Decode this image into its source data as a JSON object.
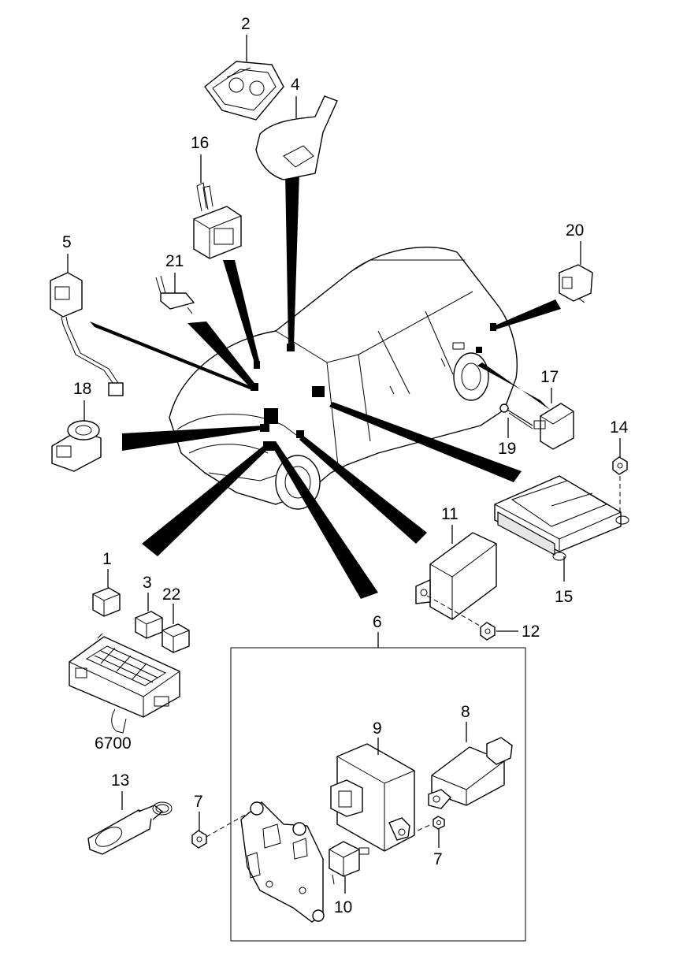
{
  "diagram": {
    "labels": {
      "l1": "1",
      "l2": "2",
      "l3": "3",
      "l4": "4",
      "l5": "5",
      "l6": "6",
      "l7a": "7",
      "l7b": "7",
      "l8": "8",
      "l9": "9",
      "l10": "10",
      "l11": "11",
      "l12": "12",
      "l13": "13",
      "l14": "14",
      "l15": "15",
      "l16": "16",
      "l17": "17",
      "l18": "18",
      "l19": "19",
      "l20": "20",
      "l21": "21",
      "l22": "22",
      "l6700": "6700"
    }
  },
  "colors": {
    "ink": "#000000",
    "paper": "#ffffff",
    "shade": "#e6e6e6"
  }
}
